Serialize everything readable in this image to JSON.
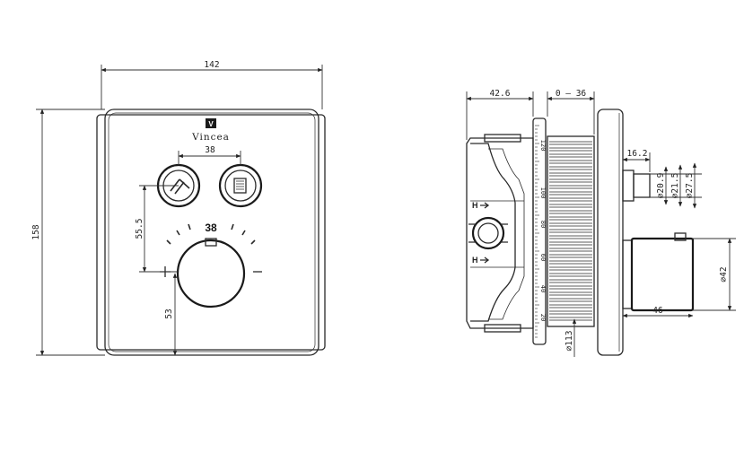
{
  "front_view": {
    "brand": "Vincea",
    "logo_letter": "V",
    "knob_temperature": "38",
    "dims": {
      "width": "142",
      "height": "158",
      "button_spacing": "38",
      "button_to_knob": "55.5",
      "knob_to_bottom": "53"
    }
  },
  "side_view": {
    "inlet_labels": [
      "H",
      "H"
    ],
    "scale_marks": [
      "120",
      "100",
      "80",
      "60",
      "40",
      "20"
    ],
    "dims": {
      "body_depth": "42.6",
      "adjust_range": "0 – 36",
      "outlet_length": "16.2",
      "outlet_d1": "⌀20.9",
      "outlet_d2": "⌀21.5",
      "outlet_d3": "⌀27.5",
      "flange_diameter": "⌀113",
      "knob_diameter": "⌀42",
      "knob_depth": "46"
    }
  },
  "colors": {
    "line": "#2a2a2a",
    "background": "#ffffff"
  }
}
